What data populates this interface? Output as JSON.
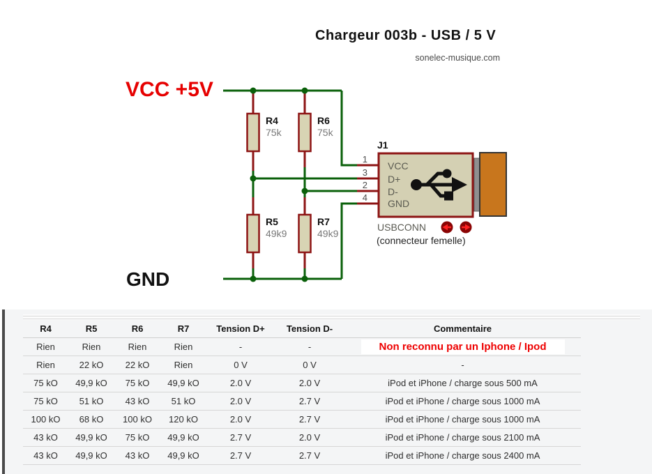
{
  "header": {
    "title": "Chargeur 003b - USB / 5 V",
    "website": "sonelec-musique.com"
  },
  "schematic": {
    "vcc_label": "VCC +5V",
    "gnd_label": "GND",
    "resistors": [
      {
        "ref": "R4",
        "value": "75k"
      },
      {
        "ref": "R6",
        "value": "75k"
      },
      {
        "ref": "R5",
        "value": "49k9"
      },
      {
        "ref": "R7",
        "value": "49k9"
      }
    ],
    "connector": {
      "ref": "J1",
      "part": "USBCONN",
      "note": "(connecteur femelle)",
      "pins": [
        {
          "number": "1",
          "name": "VCC"
        },
        {
          "number": "3",
          "name": "D+"
        },
        {
          "number": "2",
          "name": "D-"
        },
        {
          "number": "4",
          "name": "GND"
        }
      ]
    },
    "colors": {
      "wire_green": "#0a600a",
      "component_red": "#8d1414",
      "body_fill": "#d8d4b4",
      "orange_block": "#c8761d",
      "vcc_text_red": "#e60000"
    }
  },
  "table": {
    "headers": [
      "R4",
      "R5",
      "R6",
      "R7",
      "Tension D+",
      "Tension D-",
      "Commentaire"
    ],
    "rows": [
      {
        "cells": [
          "Rien",
          "Rien",
          "Rien",
          "Rien",
          "-",
          "-",
          "Non reconnu par un Iphone / Ipod"
        ]
      },
      {
        "cells": [
          "Rien",
          "22 kO",
          "22 kO",
          "Rien",
          "0 V",
          "0 V",
          "-"
        ]
      },
      {
        "cells": [
          "75 kO",
          "49,9 kO",
          "75 kO",
          "49,9 kO",
          "2.0 V",
          "2.0 V",
          "iPod et iPhone / charge sous 500 mA"
        ]
      },
      {
        "cells": [
          "75 kO",
          "51 kO",
          "43 kO",
          "51 kO",
          "2.0 V",
          "2.7 V",
          "iPod et iPhone / charge sous 1000 mA"
        ]
      },
      {
        "cells": [
          "100 kO",
          "68 kO",
          "100 kO",
          "120 kO",
          "2.0 V",
          "2.7 V",
          "iPod et iPhone / charge sous 1000 mA"
        ]
      },
      {
        "cells": [
          "43 kO",
          "49,9 kO",
          "75 kO",
          "49,9 kO",
          "2.7 V",
          "2.0 V",
          "iPod et iPhone / charge sous 2100 mA"
        ]
      },
      {
        "cells": [
          "43 kO",
          "49,9 kO",
          "43 kO",
          "49,9 kO",
          "2.7 V",
          "2.7 V",
          "iPod et iPhone / charge sous 2400 mA"
        ]
      }
    ]
  }
}
